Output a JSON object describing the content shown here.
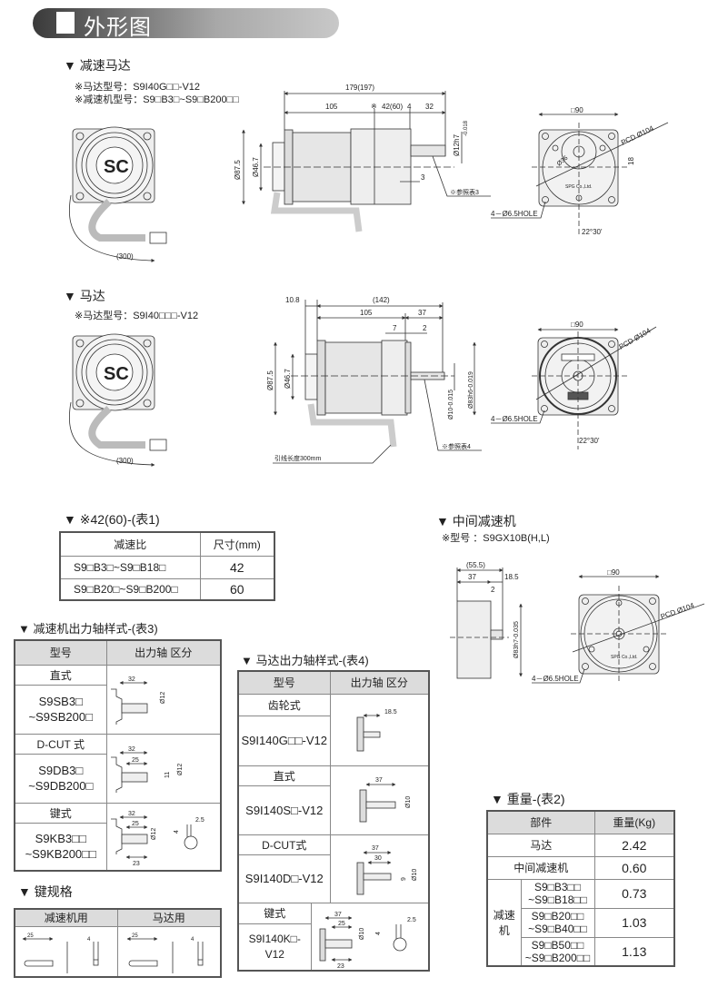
{
  "header": {
    "title": "外形图"
  },
  "gearmotor": {
    "heading": "▼ 减速马达",
    "notes": [
      "※马达型号：S9I40G□□-V12",
      "※减速机型号：S9□B3□~S9□B200□□"
    ],
    "dims": {
      "total": "179(197)",
      "motor_len": "105",
      "star": "※",
      "gear_len": "42(60)",
      "gap": "4",
      "shaft_len": "32",
      "d875": "Ø87.5",
      "d467": "Ø46.7",
      "shaft_d": "Ø12h7",
      "shaft_tol": "-0.018",
      "three": "3",
      "ref": "※参照表3",
      "cable": "(300)",
      "sq": "□90",
      "pcd": "PCD Ø104",
      "eighteen": "18",
      "d36": "Ø36",
      "hole": "4－Ø6.5HOLE",
      "angle": "22°30'",
      "maker": "SPG Co.,Ltd."
    }
  },
  "motor": {
    "heading": "▼ 马达",
    "notes": [
      "※马达型号：S9I40□□□-V12"
    ],
    "dims": {
      "d108": "10.8",
      "total": "(142)",
      "motor_len": "105",
      "front_len": "37",
      "seven": "7",
      "two": "2",
      "d875": "Ø87.5",
      "d467": "Ø46.7",
      "shaft_d": "Ø10-0.015",
      "pilot_d": "Ø83h6-0.019",
      "ref": "※参照表4",
      "lead": "引线长度300mm",
      "cable": "(300)",
      "sq": "□90",
      "pcd": "PCD Ø104",
      "hole": "4－Ø6.5HOLE",
      "angle": "22°30'"
    }
  },
  "table1": {
    "heading": "▼ ※42(60)-(表1)",
    "columns": [
      "减速比",
      "尺寸(mm)"
    ],
    "rows": [
      [
        "S9□B3□~S9□B18□",
        "42"
      ],
      [
        "S9□B20□~S9□B200□",
        "60"
      ]
    ]
  },
  "intermediate": {
    "heading": "▼ 中间减速机",
    "note": "※型号 ：S9GX10B(H,L)",
    "dims": {
      "total": "(55.5)",
      "body": "37",
      "shaft": "18.5",
      "two": "2",
      "pilot": "Ø83h7-0.035",
      "sq": "□90",
      "pcd": "PCD Ø104",
      "hole": "4－Ø6.5HOLE",
      "maker": "SPG Co.,Ltd."
    }
  },
  "table3": {
    "heading": "▼ 减速机出力轴样式-(表3)",
    "columns": [
      "型号",
      "出力轴 区分"
    ],
    "rows": [
      {
        "type": "直式",
        "models": [
          "S9SB3□",
          "~S9SB200□"
        ],
        "dims": [
          "32",
          "Ø12"
        ]
      },
      {
        "type": "D-CUT 式",
        "models": [
          "S9DB3□",
          "~S9DB200□"
        ],
        "dims": [
          "32",
          "25",
          "11",
          "Ø12"
        ]
      },
      {
        "type": "键式",
        "models": [
          "S9KB3□□",
          "~S9KB200□□"
        ],
        "dims": [
          "32",
          "25",
          "Ø12",
          "4",
          "2.5",
          "23"
        ]
      }
    ]
  },
  "table4": {
    "heading": "▼ 马达出力轴样式-(表4)",
    "columns": [
      "型号",
      "出力轴 区分"
    ],
    "rows": [
      {
        "type": "齿轮式",
        "model": "S9I140G□□-V12",
        "dims": [
          "18.5"
        ]
      },
      {
        "type": "直式",
        "model": "S9I140S□-V12",
        "dims": [
          "37",
          "Ø10"
        ]
      },
      {
        "type": "D-CUT式",
        "model": "S9I140D□-V12",
        "dims": [
          "37",
          "30",
          "9",
          "Ø10"
        ]
      },
      {
        "type": "键式",
        "model": "S9I140K□-V12",
        "dims": [
          "37",
          "25",
          "Ø10",
          "4",
          "2.5",
          "23"
        ]
      }
    ]
  },
  "key_spec": {
    "heading": "▼ 键规格",
    "columns": [
      "减速机用",
      "马达用"
    ],
    "dims": [
      "25",
      "4",
      "4"
    ]
  },
  "table2": {
    "heading": "▼ 重量-(表2)",
    "columns": [
      "部件",
      "重量(Kg)"
    ],
    "rows": [
      {
        "part": "马达",
        "weight": "2.42"
      },
      {
        "part": "中间减速机",
        "weight": "0.60"
      }
    ],
    "group": "减速机",
    "group_rows": [
      {
        "models": [
          "S9□B3□□",
          "~S9□B18□□"
        ],
        "weight": "0.73"
      },
      {
        "models": [
          "S9□B20□□",
          "~S9□B40□□"
        ],
        "weight": "1.03"
      },
      {
        "models": [
          "S9□B50□□",
          "~S9□B200□□"
        ],
        "weight": "1.13"
      }
    ]
  }
}
